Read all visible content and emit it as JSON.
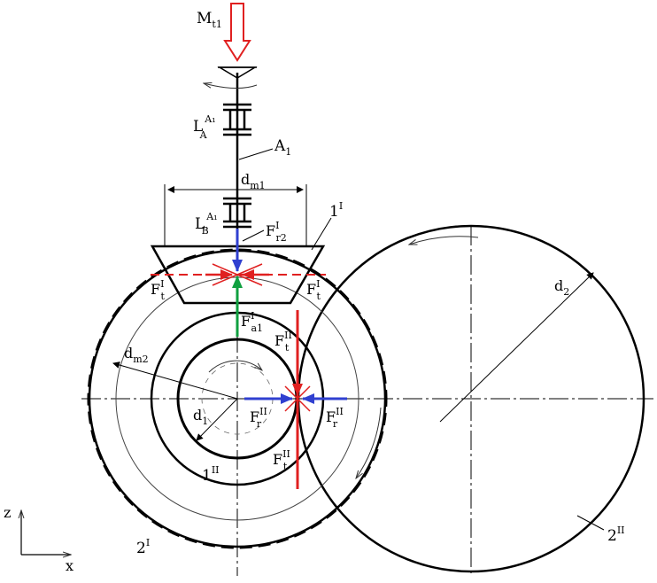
{
  "colors": {
    "line": "#000000",
    "thin": "#555555",
    "torque": "#e02020",
    "tangential": "#e02020",
    "radial": "#3040d0",
    "axial": "#10a040"
  },
  "labels": {
    "torque": {
      "base": "M",
      "sub": "t1"
    },
    "bearing_a": {
      "base": "L",
      "sup": "A₁",
      "sub": "A"
    },
    "bearing_b": {
      "base": "L",
      "sup": "A₁",
      "sub": "B"
    },
    "shaft": {
      "base": "A",
      "sub": "1"
    },
    "dm1": {
      "base": "d",
      "sub": "m1"
    },
    "dm2": {
      "base": "d",
      "sub": "m2"
    },
    "d1": {
      "base": "d",
      "sub": "1"
    },
    "d2": {
      "base": "d",
      "sub": "2"
    },
    "gear_1I": {
      "base": "1",
      "sup": "I"
    },
    "gear_1II": {
      "base": "1",
      "sup": "II"
    },
    "gear_2I": {
      "base": "2",
      "sup": "I"
    },
    "gear_2II": {
      "base": "2",
      "sup": "II"
    },
    "fr2_I": {
      "base": "F",
      "sup": "I",
      "sub": "r2"
    },
    "ft_I_left": {
      "base": "F",
      "sup": "I",
      "sub": "t"
    },
    "ft_I_right": {
      "base": "F",
      "sup": "I",
      "sub": "t"
    },
    "fa1_I": {
      "base": "F",
      "sup": "I",
      "sub": "a1"
    },
    "ft_II_upper": {
      "base": "F",
      "sup": "II",
      "sub": "t"
    },
    "ft_II_lower": {
      "base": "F",
      "sup": "II",
      "sub": "t"
    },
    "fr_II_left": {
      "base": "F",
      "sup": "II",
      "sub": "r"
    },
    "fr_II_right": {
      "base": "F",
      "sup": "II",
      "sub": "r"
    },
    "axis_z": "z",
    "axis_x": "x"
  }
}
